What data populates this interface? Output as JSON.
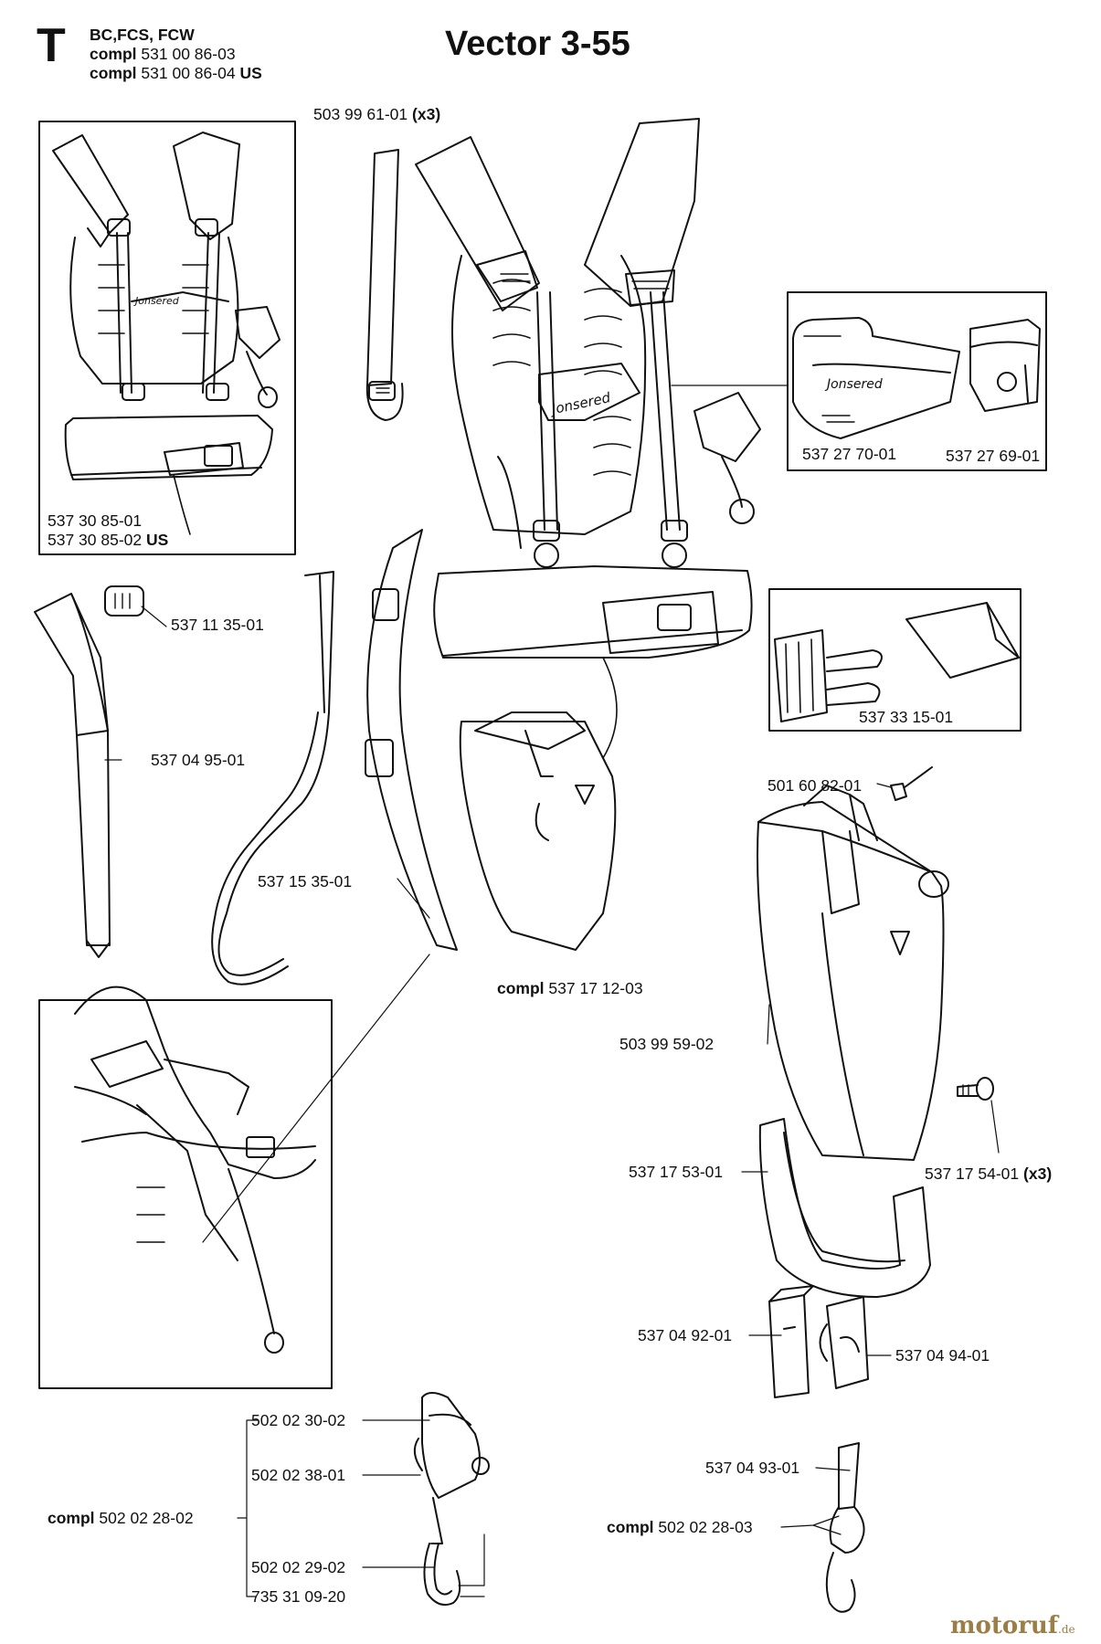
{
  "header": {
    "section_letter": "T",
    "models": "BC,FCS, FCW",
    "compl_word": "compl",
    "compl_1_number": "531 00 86-03",
    "compl_2_number": "531 00 86-04",
    "compl_2_suffix": "US",
    "title": "Vector 3-55"
  },
  "parts": {
    "p_503_99_61_01": {
      "number": "503 99 61-01",
      "qty": "(x3)"
    },
    "p_537_30_85_01": "537 30 85-01",
    "p_537_30_85_02": {
      "number": "537 30 85-02",
      "suffix": "US"
    },
    "p_537_27_70_01": "537 27 70-01",
    "p_537_27_69_01": "537 27 69-01",
    "p_537_11_35_01": "537 11 35-01",
    "p_537_04_95_01": "537 04 95-01",
    "p_537_33_15_01": "537 33 15-01",
    "p_501_60_82_01": "501 60 82-01",
    "p_537_15_35_01": "537 15 35-01",
    "p_537_17_12_03": {
      "prefix": "compl",
      "number": "537 17 12-03"
    },
    "p_503_99_59_02": "503 99 59-02",
    "p_537_17_53_01": "537 17 53-01",
    "p_537_17_54_01": {
      "number": "537 17 54-01",
      "qty": "(x3)"
    },
    "p_537_04_92_01": "537 04 92-01",
    "p_537_04_94_01": "537 04 94-01",
    "p_502_02_30_02": "502 02 30-02",
    "p_502_02_38_01": "502 02 38-01",
    "p_502_02_28_02": {
      "prefix": "compl",
      "number": "502 02 28-02"
    },
    "p_502_02_29_02": "502 02 29-02",
    "p_735_31_09_20": "735 31 09-20",
    "p_537_04_93_01": "537 04 93-01",
    "p_502_02_28_03": {
      "prefix": "compl",
      "number": "502 02 28-03"
    }
  },
  "logo_text": {
    "brand": "motoruf",
    "tld": ".de"
  },
  "harness_logo_text": "Jonsered"
}
